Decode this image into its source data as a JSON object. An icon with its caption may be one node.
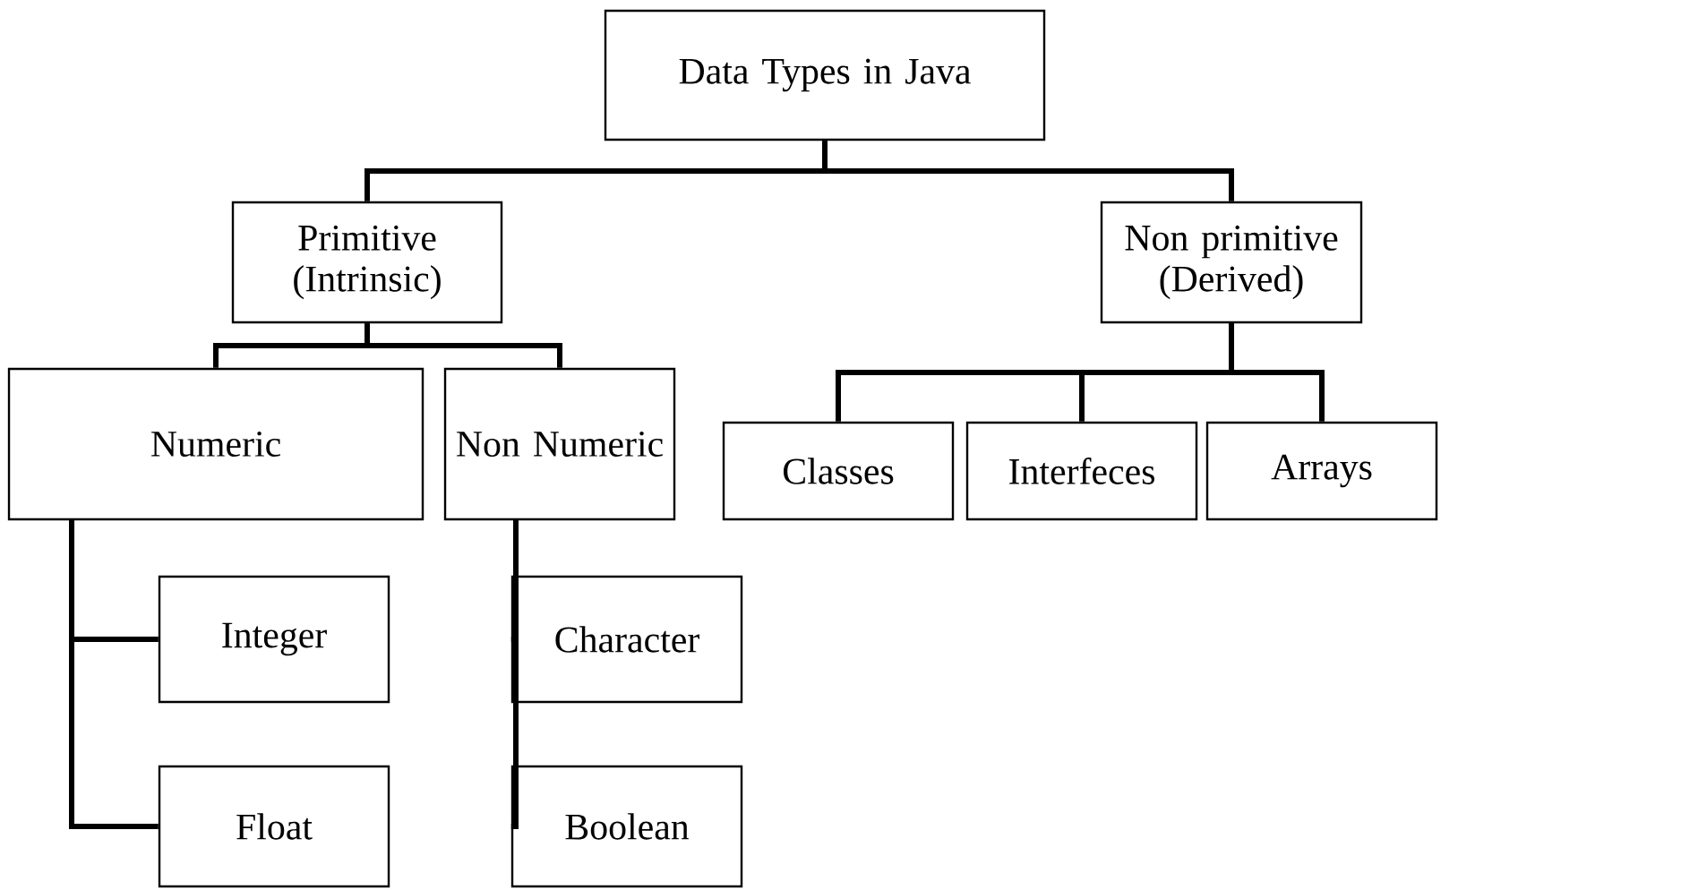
{
  "diagram": {
    "nodes": [
      {
        "text": [
          "Data Types in Java"
        ]
      },
      {
        "text": [
          "Primitive (Intrinsic)"
        ]
      },
      {
        "text": [
          "Non primitive (Derived)"
        ]
      },
      {
        "text": [
          "Numeric"
        ]
      },
      {
        "text": [
          "Non Numeric"
        ]
      },
      {
        "text": [
          "Classes"
        ]
      },
      {
        "text": [
          "Interfeces"
        ]
      },
      {
        "text": [
          "Arrays"
        ]
      },
      {
        "text": [
          "Integer"
        ]
      },
      {
        "text": [
          "Float"
        ]
      },
      {
        "text": [
          "Character"
        ]
      },
      {
        "text": [
          "Boolean"
        ]
      }
    ],
    "edges": [
      {
        "from": 0,
        "to": 1,
        "arrow": "none"
      },
      {
        "from": 0,
        "to": 2,
        "arrow": "none"
      },
      {
        "from": 1,
        "to": 3,
        "arrow": "none"
      },
      {
        "from": 1,
        "to": 4,
        "arrow": "none"
      },
      {
        "from": 2,
        "to": 5,
        "arrow": "none"
      },
      {
        "from": 2,
        "to": 6,
        "arrow": "none"
      },
      {
        "from": 2,
        "to": 7,
        "arrow": "none"
      },
      {
        "from": 3,
        "to": 8,
        "arrow": "none"
      },
      {
        "from": 3,
        "to": 9,
        "arrow": "none"
      },
      {
        "from": 4,
        "to": 10,
        "arrow": "none"
      },
      {
        "from": 4,
        "to": 11,
        "arrow": "none"
      }
    ]
  }
}
